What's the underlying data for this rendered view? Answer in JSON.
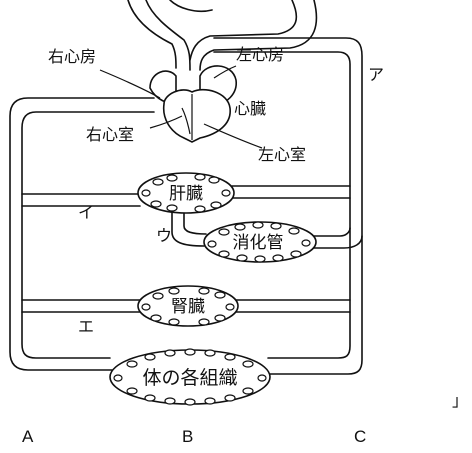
{
  "labels": {
    "right_atrium": "右心房",
    "left_atrium": "左心房",
    "heart": "心臓",
    "right_ventricle": "右心室",
    "left_ventricle": "左心室",
    "a": "ア",
    "i": "イ",
    "u": "ウ",
    "e": "エ",
    "liver": "肝臓",
    "digestive": "消化管",
    "kidney": "腎臓",
    "tissues": "体の各組織",
    "bracket": "」",
    "bottom_a": "A",
    "bottom_b": "B",
    "bottom_c": "C"
  }
}
